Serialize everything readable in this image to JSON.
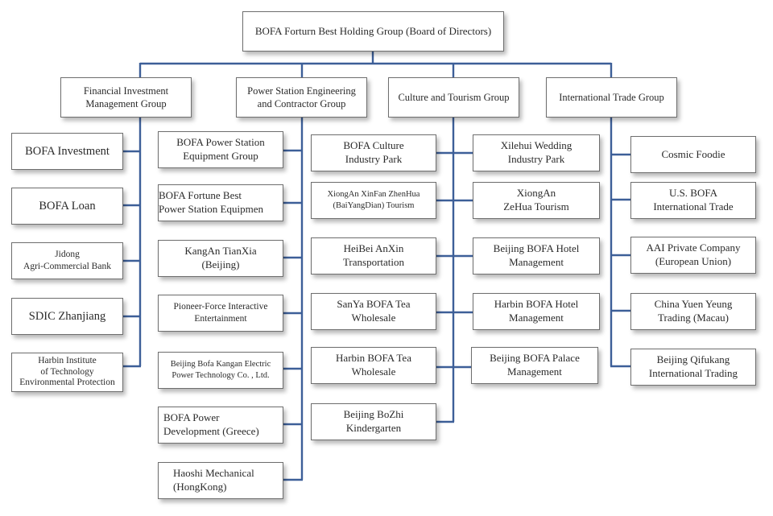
{
  "title": "BOFA Forturn Best Holding Group (Board of Directors)",
  "line_color": "#3d5f98",
  "groups": [
    {
      "name": "Financial Investment\nManagement Group",
      "members": [
        "BOFA Investment",
        "BOFA Loan",
        "Jidong\nAgri-Commercial Bank",
        "SDIC Zhanjiang",
        "Harbin Institute\nof Technology\nEnvironmental Protection"
      ]
    },
    {
      "name": "Power Station Engineering\nand Contractor Group",
      "members": [
        "BOFA Power Station\nEquipment Group",
        "BOFA Fortune Best\nPower Station Equipmen",
        "KangAn TianXia\n(Beijing)",
        "Pioneer-Force Interactive\nEntertainment",
        "Beijing Bofa Kangan Electric\nPower Technology Co. , Ltd.",
        "BOFA Power\nDevelopment (Greece)",
        "Haoshi Mechanical\n(HongKong)"
      ]
    },
    {
      "name": "Culture and Tourism Group",
      "left_members": [
        "BOFA Culture\nIndustry Park",
        "XiongAn XinFan ZhenHua\n(BaiYangDian) Tourism",
        "HeiBei AnXin\nTransportation",
        "SanYa BOFA Tea\nWholesale",
        "Harbin BOFA Tea\nWholesale",
        "Beijing BoZhi\nKindergarten"
      ],
      "right_members": [
        "Xilehui Wedding\nIndustry Park",
        "XiongAn\nZeHua Tourism",
        "Beijing BOFA Hotel\nManagement",
        "Harbin BOFA Hotel\nManagement",
        "Beijing BOFA Palace\nManagement"
      ]
    },
    {
      "name": "International Trade Group",
      "members": [
        "Cosmic Foodie",
        "U.S. BOFA\nInternational Trade",
        "AAI Private Company\n(European Union)",
        "China Yuen Yeung\nTrading (Macau)",
        "Beijing Qifukang\nInternational Trading"
      ]
    }
  ]
}
